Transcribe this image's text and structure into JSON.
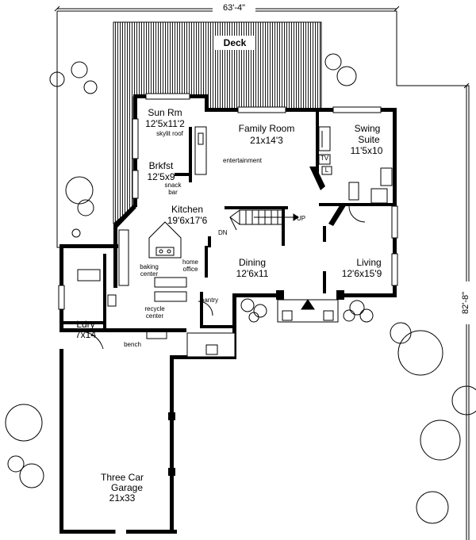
{
  "dimensions": {
    "width_label": "63'-4\"",
    "depth_label": "82'-8\""
  },
  "rooms": {
    "deck": {
      "name": "Deck"
    },
    "sun_room": {
      "name": "Sun Rm",
      "size": "12'5x11'2",
      "note": "skylit roof"
    },
    "family_room": {
      "name": "Family Room",
      "size": "21x14'3"
    },
    "swing_suite": {
      "name": "Swing",
      "name2": "Suite",
      "size": "11'5x10"
    },
    "breakfast": {
      "name": "Brkfst",
      "size": "12'5x9",
      "note1": "snack",
      "note2": "bar"
    },
    "kitchen": {
      "name": "Kitchen",
      "size": "19'6x17'6"
    },
    "dining": {
      "name": "Dining",
      "size": "12'6x11"
    },
    "living": {
      "name": "Living",
      "size": "12'6x15'9"
    },
    "laundry": {
      "name": "Ldry",
      "size": "7x14"
    },
    "garage": {
      "name": "Three Car",
      "name2": "Garage",
      "size": "21x33"
    }
  },
  "notes": {
    "entertainment": "entertainment",
    "tv": "TV",
    "l": "L",
    "up": "UP",
    "dn": "DN",
    "baking1": "baking",
    "baking2": "center",
    "home1": "home",
    "home2": "office",
    "recycle1": "recycle",
    "recycle2": "center",
    "pantry": "pantry",
    "bench": "bench"
  }
}
